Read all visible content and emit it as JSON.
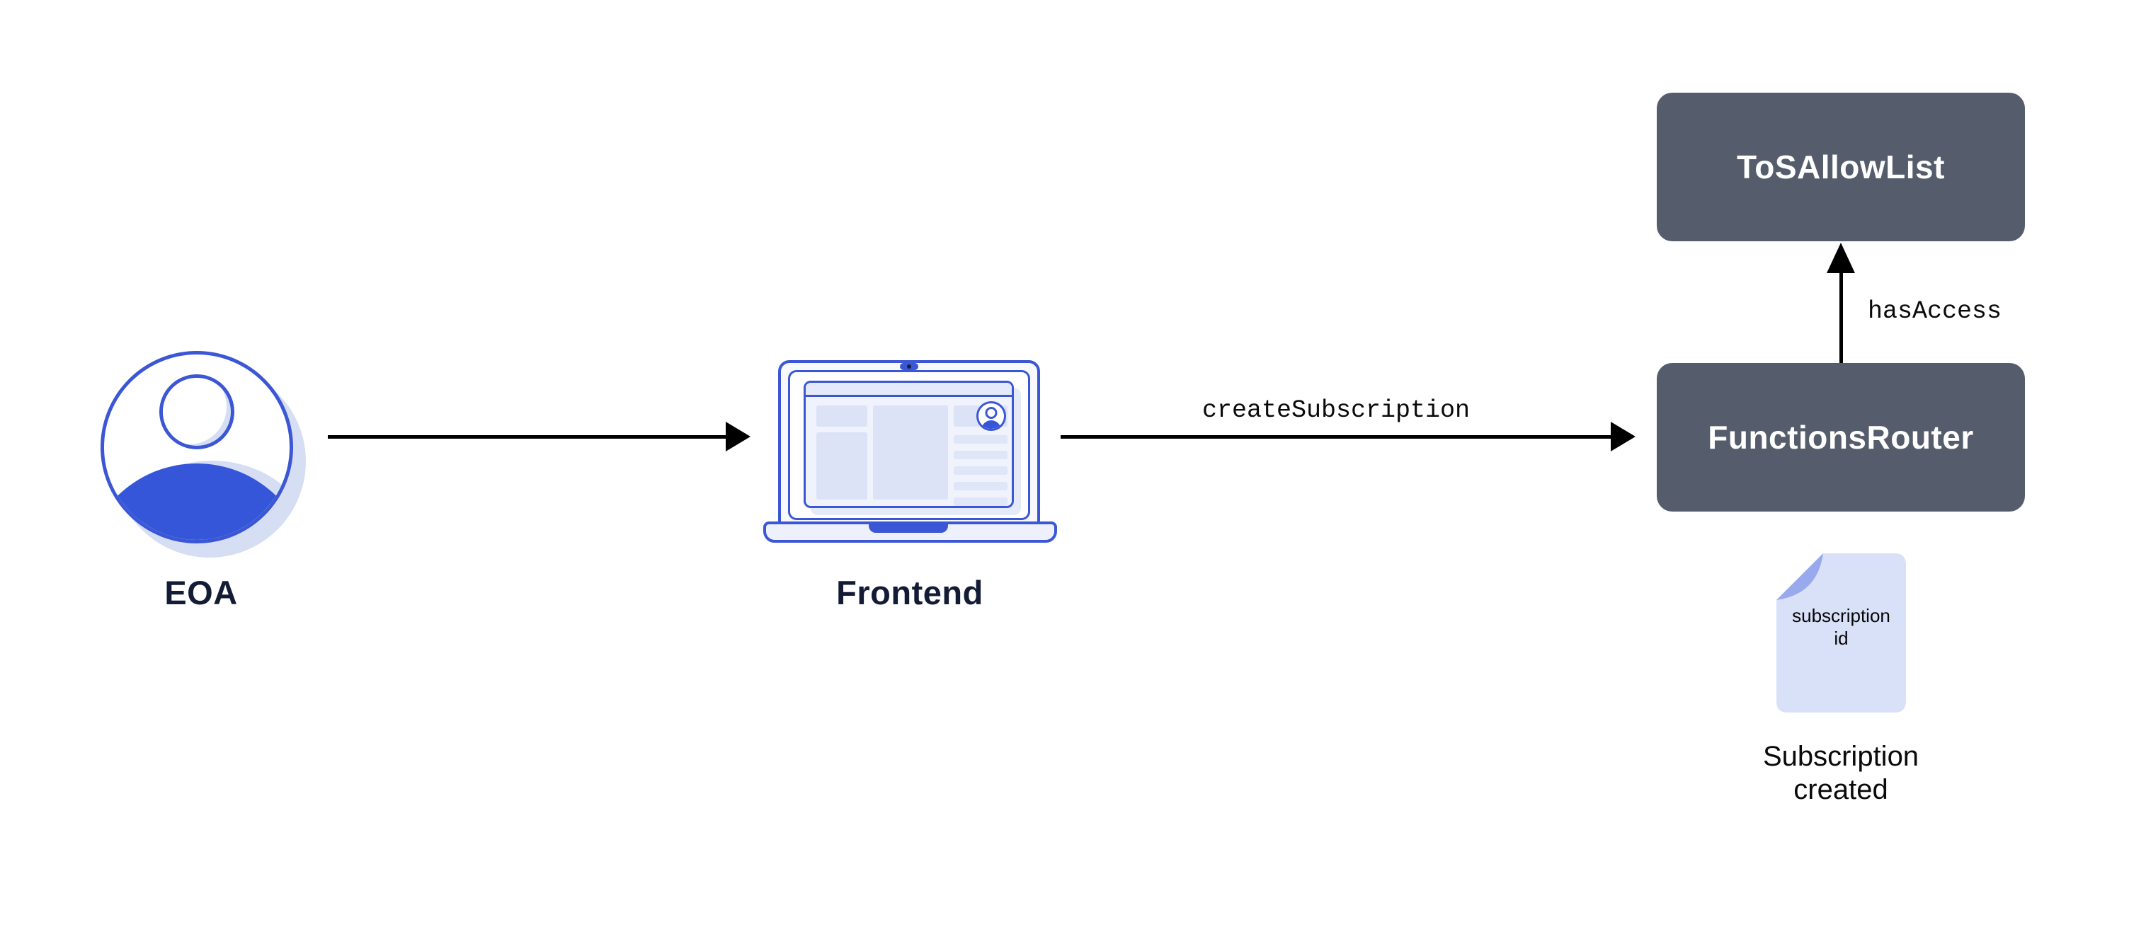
{
  "colors": {
    "accent_blue_stroke": "#3B57D6",
    "solid_blue": "#3556D9",
    "slate_box": "#555C6B",
    "lavender_shadow": "#D6DEF4",
    "lavender_block": "#DCE3F7",
    "doc_fill": "#D9E1F8",
    "doc_fold": "#98A9ED",
    "label_navy": "#131B35",
    "arrow_black": "#000000",
    "box_text": "#ffffff"
  },
  "nodes": {
    "eoa": {
      "label": "EOA",
      "icon": "user-avatar-icon"
    },
    "frontend": {
      "label": "Frontend",
      "icon": "laptop-icon"
    },
    "functions_router": {
      "label": "FunctionsRouter"
    },
    "tos_allow_list": {
      "label": "ToSAllowList"
    }
  },
  "edges": {
    "eoa_to_frontend": {
      "type": "arrow-right"
    },
    "frontend_to_router": {
      "type": "arrow-right",
      "label": "createSubscription"
    },
    "router_to_allowlist": {
      "type": "arrow-up",
      "label": "hasAccess"
    }
  },
  "document": {
    "icon": "document-icon",
    "line1": "subscription",
    "line2": "id",
    "caption_line1": "Subscription",
    "caption_line2": "created"
  }
}
